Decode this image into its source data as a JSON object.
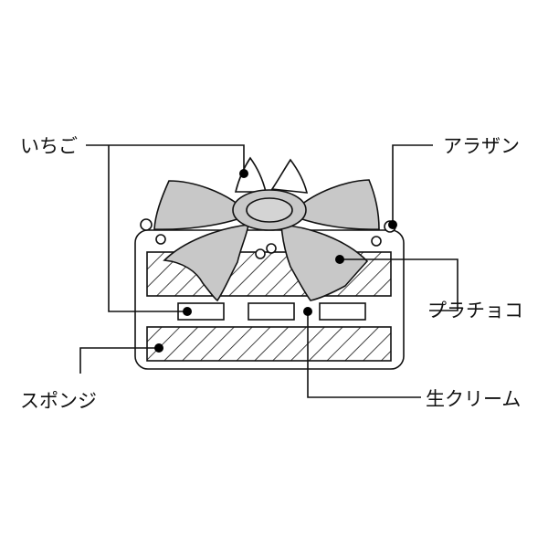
{
  "labels": {
    "strawberry": "いちご",
    "sugar_pearl": "アラザン",
    "plastic_chocolate": "プラチョコ",
    "sponge": "スポンジ",
    "fresh_cream": "生クリーム"
  },
  "colors": {
    "ribbon": "#c8c8c8",
    "line": "#111111",
    "background": "#ffffff"
  }
}
